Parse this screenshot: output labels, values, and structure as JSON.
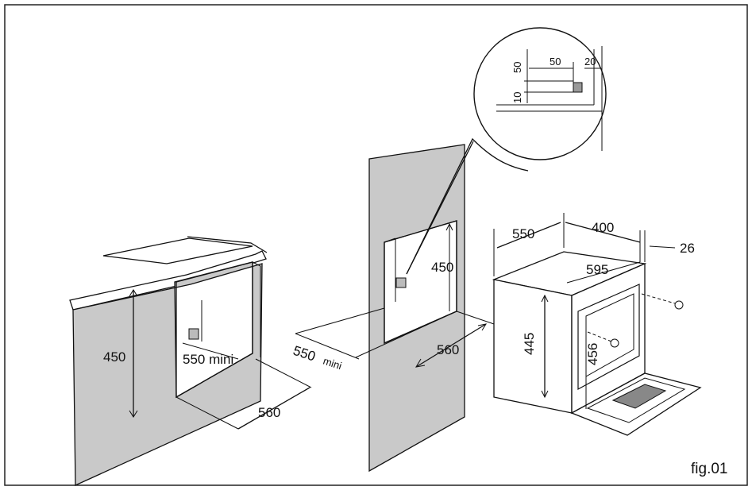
{
  "figure_label": "fig.01",
  "colors": {
    "panel_fill": "#c9c9c9",
    "line": "#111111",
    "frame": "#222222"
  },
  "left_cabinet": {
    "height_label": "450",
    "depth_label": "550 mini",
    "width_label": "560"
  },
  "middle_cabinet": {
    "height_label": "450",
    "depth_label": "550",
    "depth_suffix": "mini",
    "width_label": "560"
  },
  "detail_callout": {
    "vertical_offset_label": "50",
    "bracket_height_label": "10",
    "horizontal_offset_label": "50",
    "edge_offset_label": "20"
  },
  "oven": {
    "depth_label": "550",
    "depth_label_2": "400",
    "front_thickness_label": "26",
    "width_label": "595",
    "height_label": "445",
    "door_height_label": "456"
  }
}
